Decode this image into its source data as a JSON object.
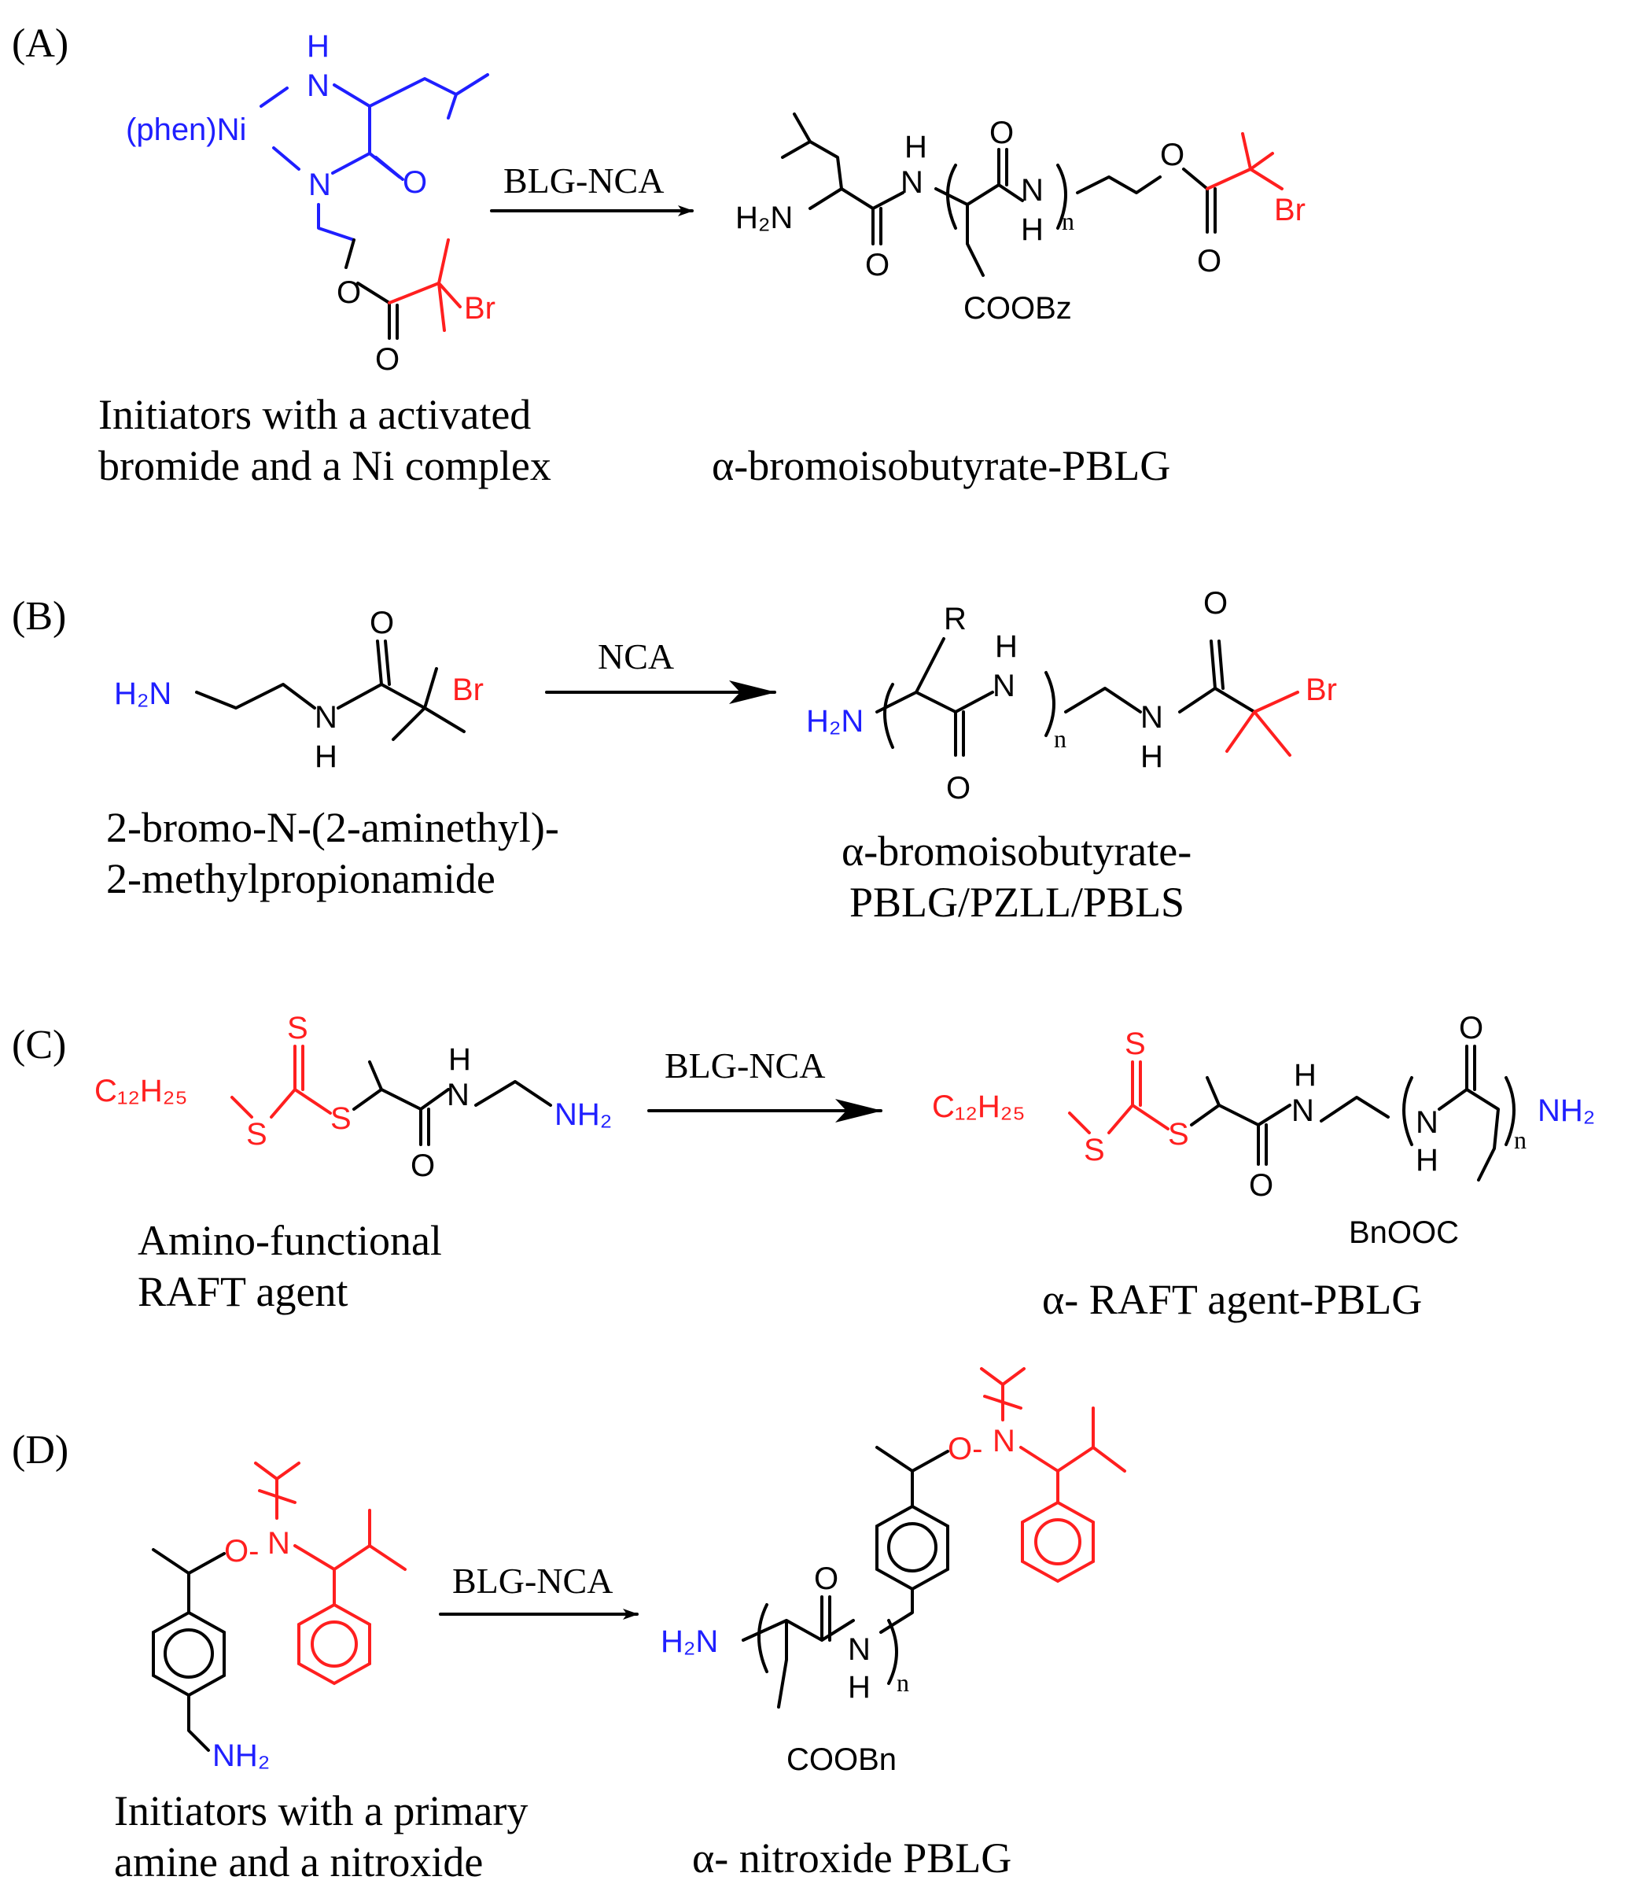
{
  "panels": [
    {
      "label": "(A)",
      "reagent": "BLG-NCA",
      "left_caption": [
        "Initiators with a activated",
        "bromide and a Ni complex"
      ],
      "right_caption": [
        "α-bromoisobutyrate-PBLG"
      ]
    },
    {
      "label": "(B)",
      "reagent": "NCA",
      "left_caption": [
        "2-bromo-N-(2-aminethyl)-",
        "2-methylpropionamide"
      ],
      "right_caption": [
        "α-bromoisobutyrate-",
        "PBLG/PZLL/PBLS"
      ]
    },
    {
      "label": "(C)",
      "reagent": "BLG-NCA",
      "left_caption": [
        "Amino-functional",
        "RAFT agent"
      ],
      "right_caption": [
        "α- RAFT agent-PBLG"
      ]
    },
    {
      "label": "(D)",
      "reagent": "BLG-NCA",
      "left_caption": [
        "Initiators with a primary",
        "amine and a nitroxide"
      ],
      "right_caption": [
        "α- nitroxide PBLG"
      ]
    }
  ],
  "atoms": {
    "H": "H",
    "N": "N",
    "O": "O",
    "Br": "Br",
    "S": "S",
    "R": "R",
    "n": "n",
    "phenNi": "(phen)Ni",
    "H2N": "H₂N",
    "NH2": "NH₂",
    "COOBz": "COOBz",
    "COOBn": "COOBn",
    "BnOOC": "BnOOC",
    "C12H25": "C₁₂H₂₅",
    "O_dash": "O-"
  },
  "colors": {
    "initiator_blue": "#1f1fff",
    "functional_red": "#ff1f1f",
    "bond_black": "#000000"
  }
}
